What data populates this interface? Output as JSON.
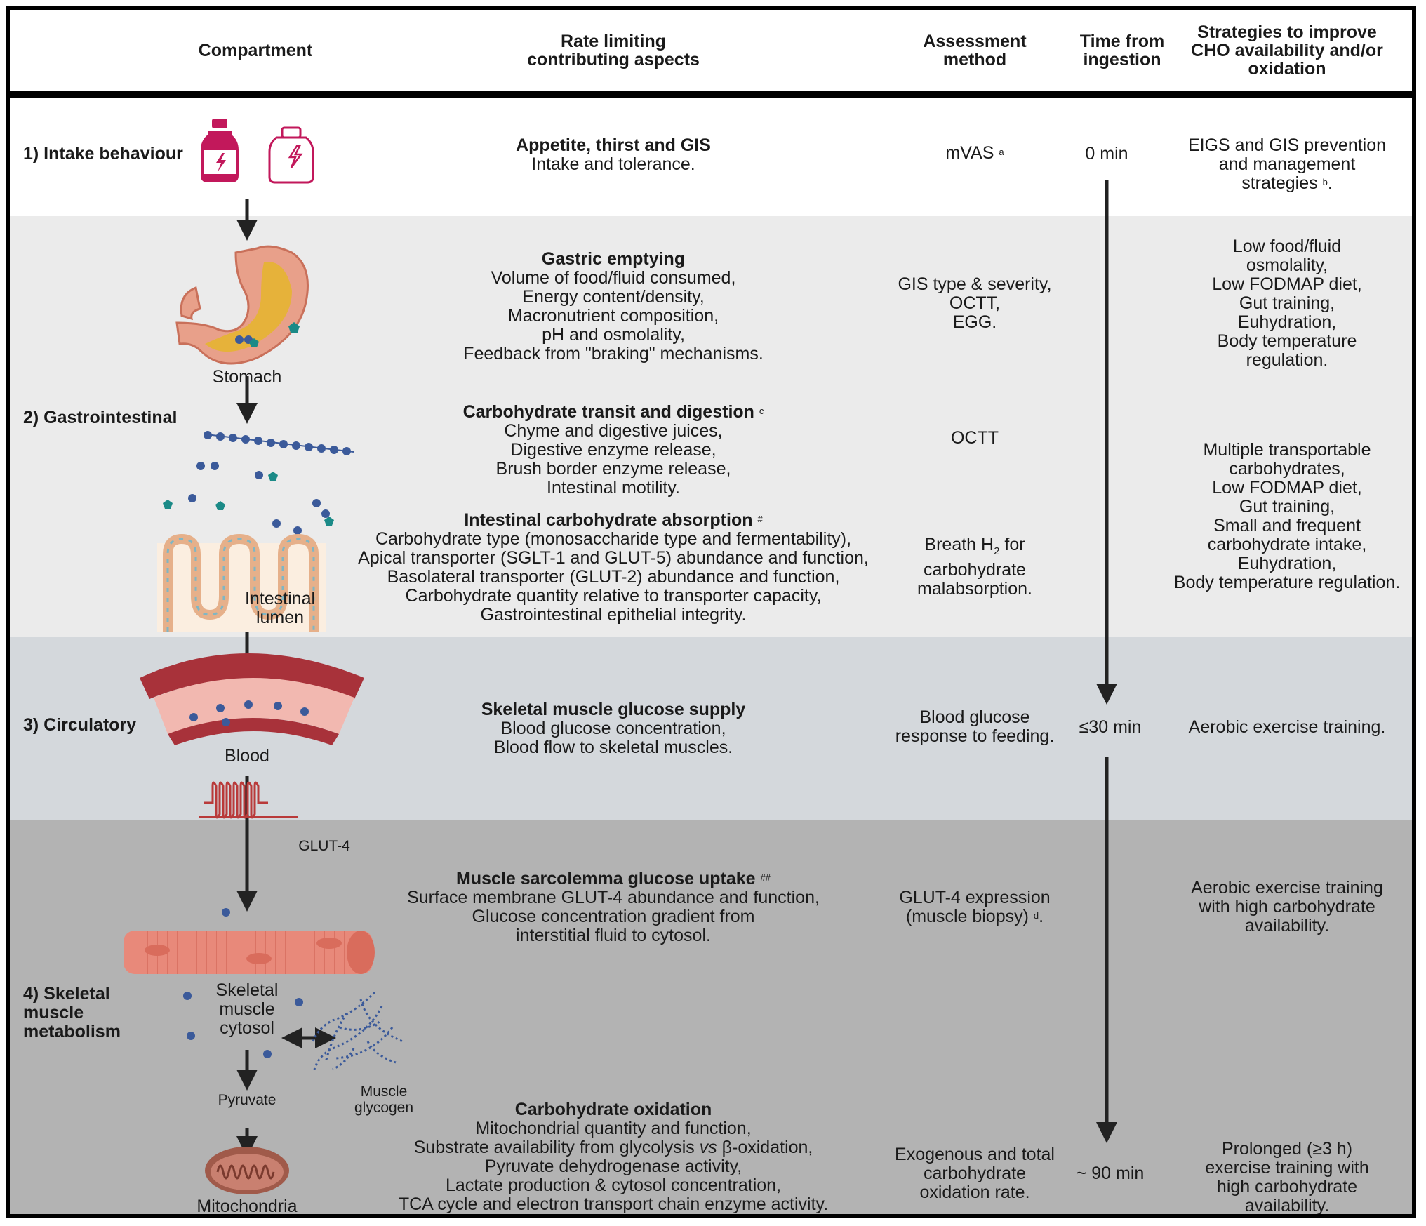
{
  "headers": {
    "compartment": "Compartment",
    "rate_limiting": "Rate limiting\ncontributing aspects",
    "assessment": "Assessment\nmethod",
    "time": "Time from\ningestion",
    "strategies": "Strategies to improve\nCHO availability and/or\noxidation"
  },
  "compartments": {
    "intake": "1) Intake behaviour",
    "gastro": "2) Gastrointestinal",
    "circulatory": "3) Circulatory",
    "skeletal": "4) Skeletal\nmuscle\nmetabolism"
  },
  "labels": {
    "stomach": "Stomach",
    "intestinal_lumen": "Intestinal\nlumen",
    "blood": "Blood",
    "glut4": "GLUT-4",
    "cytosol": "Skeletal\nmuscle\ncytosol",
    "glycogen": "Muscle\nglycogen",
    "pyruvate": "Pyruvate",
    "mitochondria": "Mitochondria"
  },
  "rows": {
    "intake": {
      "title": "Appetite, thirst and GIS",
      "body": "Intake and tolerance.",
      "assessment": "mVAS",
      "assessment_sup": "a",
      "time": "0 min",
      "strategy": "EIGS and GIS prevention\nand management\nstrategies",
      "strategy_sup": "b",
      "strategy_end": "."
    },
    "gastric": {
      "title": "Gastric emptying",
      "body": "Volume of food/fluid consumed,\nEnergy content/density,\nMacronutrient composition,\npH and osmolality,\nFeedback from \"braking\" mechanisms.",
      "assessment": "GIS type & severity,\nOCTT,\nEGG.",
      "strategy": "Low food/fluid\nosmolality,\nLow FODMAP diet,\nGut training,\nEuhydration,\nBody temperature\nregulation."
    },
    "transit": {
      "title": "Carbohydrate transit and digestion",
      "title_sup": "c",
      "body": "Chyme and digestive juices,\nDigestive enzyme release,\nBrush border enzyme release,\nIntestinal motility.",
      "assessment": "OCTT"
    },
    "absorption": {
      "title": "Intestinal carbohydrate absorption",
      "title_sup": "#",
      "body": "Carbohydrate type (monosaccharide type and fermentability),\nApical transporter (SGLT-1 and GLUT-5) abundance and function,\nBasolateral transporter (GLUT-2) abundance and function,\nCarbohydrate quantity relative to transporter capacity,\nGastrointestinal epithelial integrity.",
      "assessment_a": "Breath H",
      "assessment_sub": "2",
      "assessment_b": " for",
      "assessment_c": "carbohydrate\nmalabsorption.",
      "strategy": "Multiple transportable\ncarbohydrates,\nLow FODMAP diet,\nGut training,\nSmall and frequent\ncarbohydrate intake,\nEuhydration,\nBody temperature regulation."
    },
    "circulatory": {
      "title": "Skeletal muscle glucose supply",
      "body": "Blood glucose concentration,\nBlood flow to skeletal muscles.",
      "assessment": "Blood glucose\nresponse to feeding.",
      "time": "≤30 min",
      "strategy": "Aerobic exercise training."
    },
    "uptake": {
      "title": "Muscle sarcolemma glucose uptake",
      "title_sup": "##",
      "body": "Surface membrane GLUT-4 abundance and function,\nGlucose concentration gradient from\ninterstitial fluid to cytosol.",
      "assessment": "GLUT-4 expression\n(muscle biopsy)",
      "assessment_sup": "d",
      "assessment_end": ".",
      "strategy": "Aerobic exercise training\nwith high carbohydrate\navailability."
    },
    "oxidation": {
      "title": "Carbohydrate oxidation",
      "body_1": "Mitochondrial quantity and function,",
      "body_2a": "Substrate availability from glycolysis ",
      "body_2b": "vs",
      "body_2c": " β-oxidation,",
      "body_3": "Pyruvate dehydrogenase activity,\nLactate production & cytosol concentration,\nTCA cycle and electron transport chain enzyme activity.",
      "assessment": "Exogenous and total\ncarbohydrate\noxidation rate.",
      "time": "~ 90 min",
      "strategy": "Prolonged (≥3 h)\nexercise training with\nhigh carbohydrate\navailability."
    }
  },
  "colors": {
    "band_intake": "#ffffff",
    "band_gastro": "#ebebeb",
    "band_circulatory": "#d4d8dc",
    "band_skeletal": "#b3b3b3",
    "bottle": "#c2185b",
    "stomach": "#e8a08a",
    "stomach_contents": "#e6b23a",
    "glucose_dot": "#3b5a9a",
    "fructose_pentagon": "#1b8a87",
    "muscle": "#e8897a",
    "mitochondria": "#a05a4a"
  },
  "icons": [
    "drink-bottle-icon",
    "gel-icon",
    "stomach-icon",
    "carbohydrate-chain-icon",
    "intestinal-villi-icon",
    "blood-vessel-icon",
    "glut4-transporter-icon",
    "muscle-fibre-icon",
    "glycogen-icon",
    "mitochondria-icon"
  ]
}
